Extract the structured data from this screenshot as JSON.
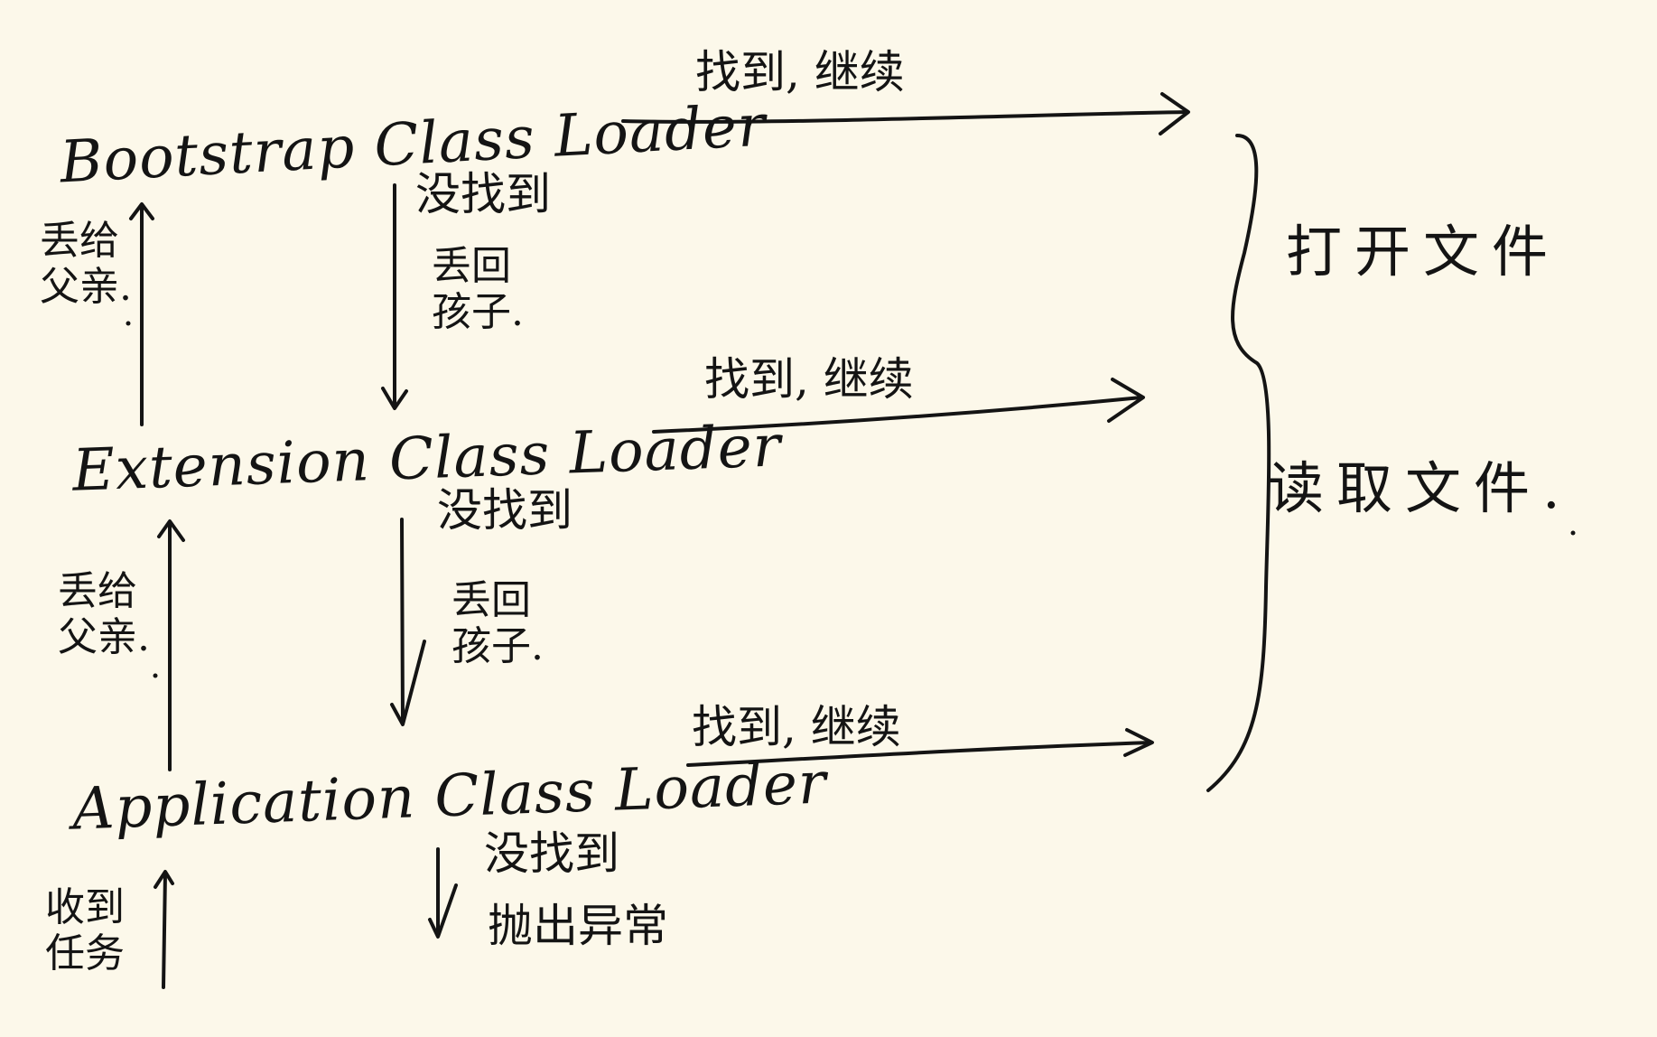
{
  "loaders": {
    "bootstrap": "Bootstrap Class Loader",
    "extension": "Extension Class Loader",
    "application": "Application Class Loader"
  },
  "down_labels": {
    "not_found": "没找到",
    "throw_back_line1": "丢回",
    "throw_back_line2": "孩子.",
    "throw_exception": "抛出异常"
  },
  "up_labels": {
    "to_parent_line1": "丢给",
    "to_parent_line2": "父亲.",
    "receive_line1": "收到",
    "receive_line2": "任务"
  },
  "right_labels": {
    "found_continue": "找到, 继续",
    "open_file": "打开文件",
    "read_file": "读取文件."
  },
  "ink_color": "#141414",
  "paper_color": "#fcf8ea"
}
